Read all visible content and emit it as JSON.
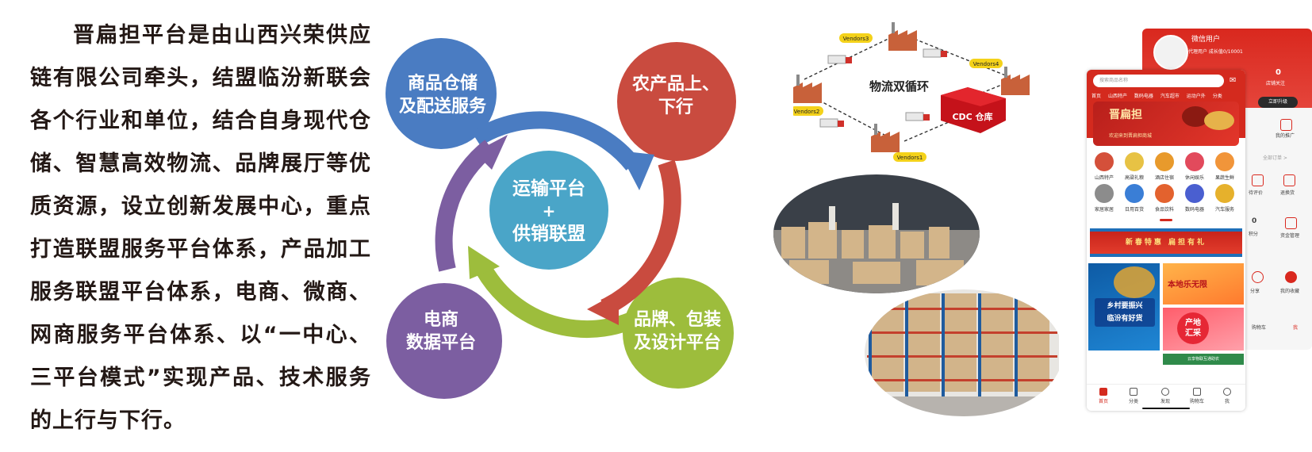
{
  "intro_text": "晋扁担平台是由山西兴荣供应链有限公司牵头，结盟临汾新联会各个行业和单位，结合自身现代仓储、智慧高效物流、品牌展厅等优质资源，设立创新发展中心，重点打造联盟服务平台体系，产品加工服务联盟平台体系，电商、微商、网商服务平台体系、以“一中心、三平台模式”实现产品、技术服务的上行与下行。",
  "cycle": {
    "center_line1": "运输平台",
    "center_plus": "+",
    "center_line2": "供销联盟",
    "blue_line1": "商品仓储",
    "blue_line2": "及配送服务",
    "red_line1": "农产品上、",
    "red_line2": "下行",
    "green_line1": "品牌、包装",
    "green_line2": "及设计平台",
    "purple_line1": "电商",
    "purple_line2": "数据平台",
    "colors": {
      "blue": "#4a7cc2",
      "red": "#c94b3f",
      "green": "#9dbd3c",
      "purple": "#7c5ea1",
      "center": "#4aa5c8"
    }
  },
  "logistics": {
    "title": "物流双循环",
    "vendor1": "Vendors1",
    "vendor2": "Vendors2",
    "vendor3": "Vendors3",
    "vendor4": "Vendors4",
    "cdc": "CDC 仓库"
  },
  "back_phone": {
    "user_name": "微信用户",
    "user_sub": "代理用户    成长值0/10001",
    "count": "0",
    "count_label": "店铺关注",
    "upgrade": "立即升级",
    "promote": "我的推广",
    "all_orders": "全部订单 >",
    "review": "待评价",
    "refund": "退换货",
    "funds": "资金管理",
    "zero2": "0",
    "points": "积分",
    "cart": "购物车",
    "me": "我",
    "share": "分享",
    "mine": "我的收藏"
  },
  "phone": {
    "search_placeholder": "搜索商品名称",
    "tabs": [
      "首页",
      "山西特产",
      "数码电器",
      "汽车超市",
      "运动户外",
      "分类"
    ],
    "banner_logo": "晋扁担",
    "banner_sub": "欢迎来到晋扁担商城",
    "categories": [
      {
        "label": "山西特产",
        "color": "#d4503a"
      },
      {
        "label": "高粱礼粮",
        "color": "#e7c244"
      },
      {
        "label": "酒店住宿",
        "color": "#e89a2c"
      },
      {
        "label": "休闲娱乐",
        "color": "#e24a5c"
      },
      {
        "label": "果蔬生鲜",
        "color": "#f1953a"
      },
      {
        "label": "家居家居",
        "color": "#8c8c8c"
      },
      {
        "label": "日用百货",
        "color": "#3a7ed6"
      },
      {
        "label": "食品饮料",
        "color": "#e3622e"
      },
      {
        "label": "数码电器",
        "color": "#4a5fd0"
      },
      {
        "label": "汽车服务",
        "color": "#e6b12c"
      }
    ],
    "cny_banner": "新春特惠  扁担有礼",
    "promo1": "乡村要振兴\n临汾有好货",
    "promo2": "本地乐无限",
    "promo3": "产地\n汇采",
    "strip": "云享物联互通助农",
    "nav": [
      "首页",
      "分类",
      "发现",
      "购物车",
      "我"
    ]
  }
}
